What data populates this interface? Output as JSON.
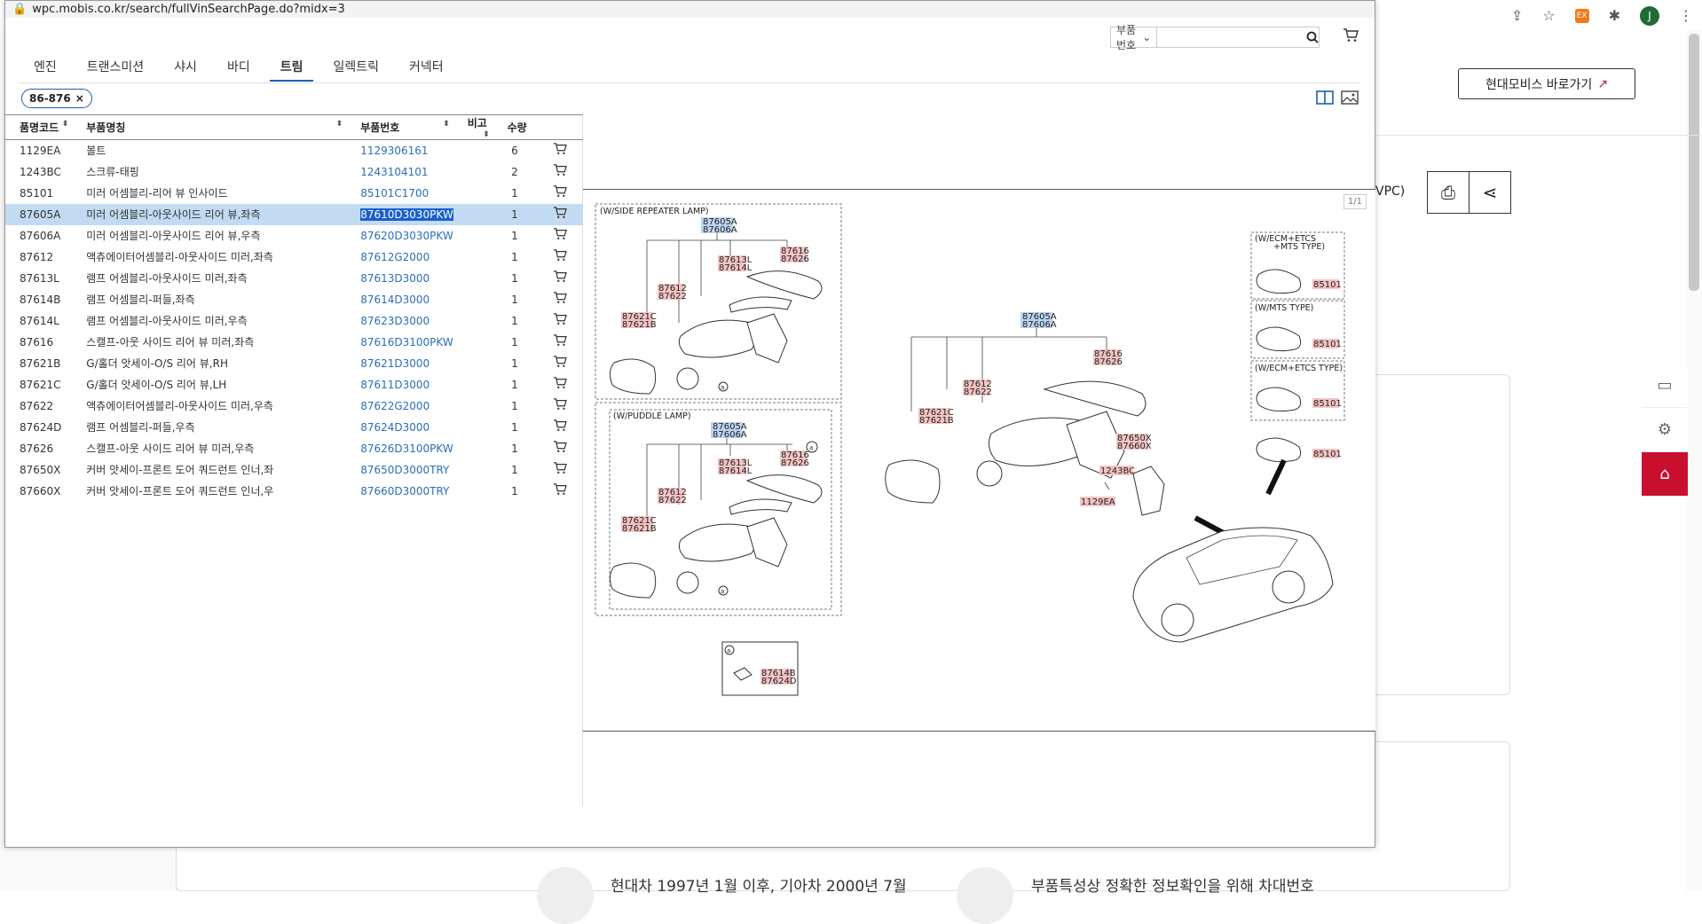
{
  "browser": {
    "url": "wpc.mobis.co.kr/search/fullVinSearchPage.do?midx=3",
    "avatar_letter": "J",
    "ext_label": "EX"
  },
  "background": {
    "hyundai_button": "현대모비스 바로가기",
    "vpc_text": "VPC)",
    "bottom_text_1": "현대차 1997년 1월 이후, 기아차 2000년 7월",
    "bottom_text_2": "부품특성상 정확한 정보확인을 위해 차대번호"
  },
  "search": {
    "select_value": "부품번호",
    "input_value": ""
  },
  "tabs": [
    {
      "label": "엔진",
      "active": false
    },
    {
      "label": "트랜스미션",
      "active": false
    },
    {
      "label": "샤시",
      "active": false
    },
    {
      "label": "바디",
      "active": false
    },
    {
      "label": "트림",
      "active": true
    },
    {
      "label": "일렉트릭",
      "active": false
    },
    {
      "label": "커넥터",
      "active": false
    }
  ],
  "chip": {
    "label": "86-876",
    "close": "×"
  },
  "table": {
    "headers": {
      "code": "품명코드",
      "name": "부품명칭",
      "part_no": "부품번호",
      "remark": "비고",
      "qty": "수량"
    },
    "rows": [
      {
        "code": "1129EA",
        "name": "볼트",
        "part_no": "1129306161",
        "qty": "6"
      },
      {
        "code": "1243BC",
        "name": "스크류-태핑",
        "part_no": "1243104101",
        "qty": "2"
      },
      {
        "code": "85101",
        "name": "미러 어셈블리-리어 뷰 인사이드",
        "part_no": "85101C1700",
        "qty": "1"
      },
      {
        "code": "87605A",
        "name": "미러 어셈블리-아웃사이드 리어 뷰,좌측",
        "part_no": "87610D3030PKW",
        "qty": "1",
        "selected": true
      },
      {
        "code": "87606A",
        "name": "미러 어셈블리-아웃사이드 리어 뷰,우측",
        "part_no": "87620D3030PKW",
        "qty": "1"
      },
      {
        "code": "87612",
        "name": "액츄에이터어셈블리-아웃사이드 미러,좌측",
        "part_no": "87612G2000",
        "qty": "1"
      },
      {
        "code": "87613L",
        "name": "램프 어셈블리-아웃사이드 미러,좌측",
        "part_no": "87613D3000",
        "qty": "1"
      },
      {
        "code": "87614B",
        "name": "램프 어셈블리-퍼들,좌측",
        "part_no": "87614D3000",
        "qty": "1"
      },
      {
        "code": "87614L",
        "name": "램프 어셈블리-아웃사이드 미러,우측",
        "part_no": "87623D3000",
        "qty": "1"
      },
      {
        "code": "87616",
        "name": "스캘프-아웃 사이드 리어 뷰 미러,좌측",
        "part_no": "87616D3100PKW",
        "qty": "1"
      },
      {
        "code": "87621B",
        "name": "G/홀더 앗세이-O/S 리어 뷰,RH",
        "part_no": "87621D3000",
        "qty": "1"
      },
      {
        "code": "87621C",
        "name": "G/홀더 앗세이-O/S 리어 뷰,LH",
        "part_no": "87611D3000",
        "qty": "1"
      },
      {
        "code": "87622",
        "name": "액츄에이터어셈블리-아웃사이드 미러,우측",
        "part_no": "87622G2000",
        "qty": "1"
      },
      {
        "code": "87624D",
        "name": "램프 어셈블리-퍼들,우측",
        "part_no": "87624D3000",
        "qty": "1"
      },
      {
        "code": "87626",
        "name": "스캘프-아웃 사이드 리어 뷰 미러,우측",
        "part_no": "87626D3100PKW",
        "qty": "1"
      },
      {
        "code": "87650X",
        "name": "커버 앗세이-프론트 도어 쿼드런트 인너,좌",
        "part_no": "87650D3000TRY",
        "qty": "1"
      },
      {
        "code": "87660X",
        "name": "커버 앗세이-프론트 도어 쿼드런트 인너,우",
        "part_no": "87660D3000TRY",
        "qty": "1"
      }
    ]
  },
  "diagram": {
    "page": "1/1",
    "side_repeater": "(W/SIDE REPEATER LAMP)",
    "puddle": "(W/PUDDLE LAMP)",
    "ecm_mts": "(W/ECM+ETCS",
    "ecm_mts_2": "+MTS TYPE)",
    "mts": "(W/MTS TYPE)",
    "ecm_etcs": "(W/ECM+ETCS TYPE)",
    "l_87605A": "87605A",
    "l_87606A": "87606A",
    "l_87613L": "87613L",
    "l_87614L": "87614L",
    "l_87616": "87616",
    "l_87626": "87626",
    "l_87612": "87612",
    "l_87622": "87622",
    "l_87621C": "87621C",
    "l_87621B": "87621B",
    "l_87614B": "87614B",
    "l_87624D": "87624D",
    "l_85101": "85101",
    "l_87650X": "87650X",
    "l_87660X": "87660X",
    "l_1243BC": "1243BC",
    "l_1129EA": "1129EA",
    "l_a": "a"
  }
}
